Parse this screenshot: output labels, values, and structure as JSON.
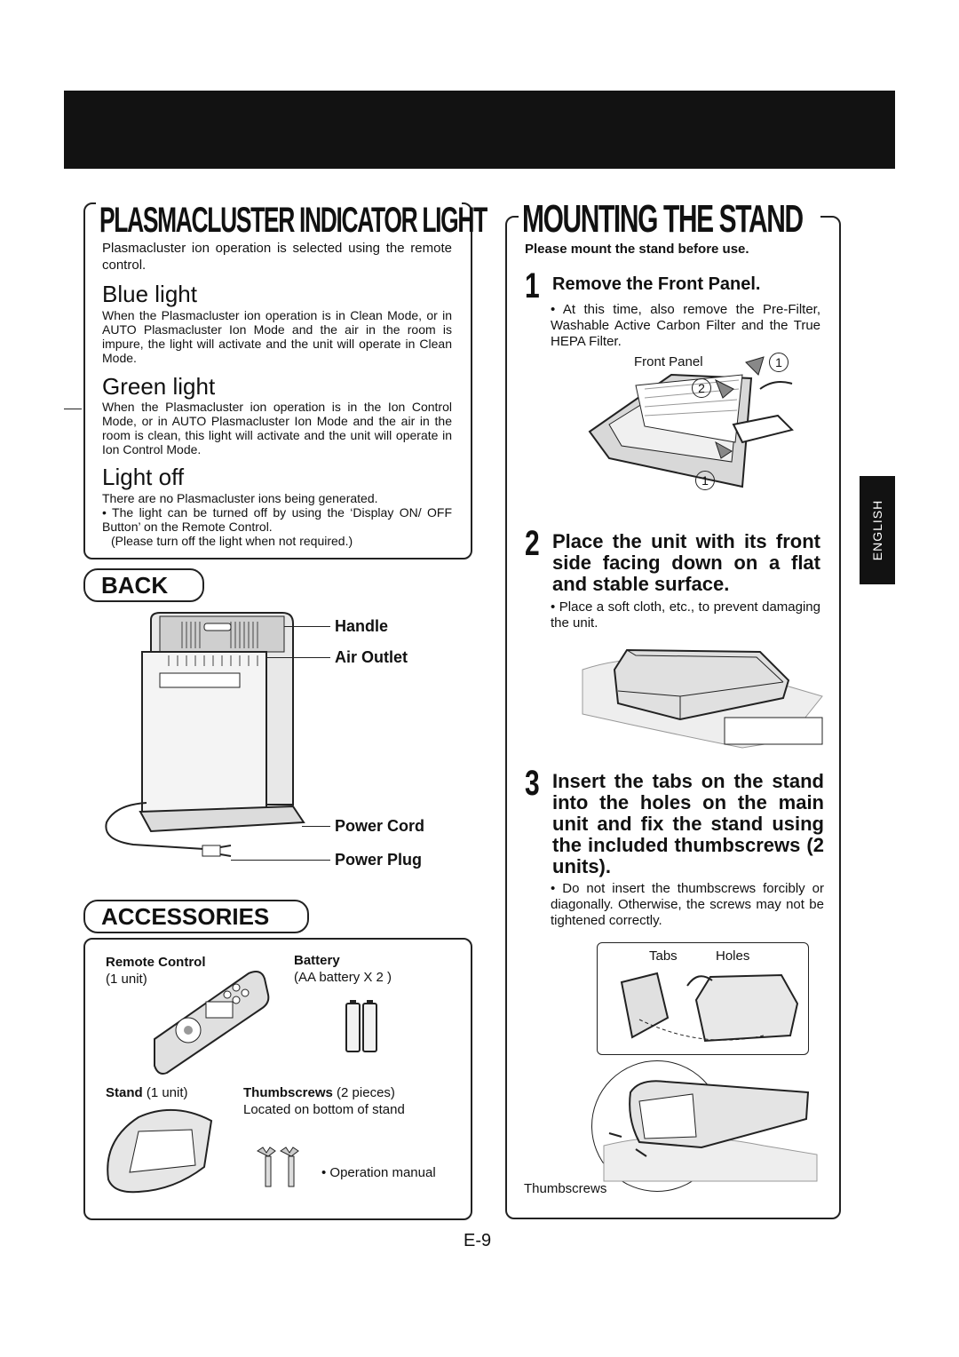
{
  "left": {
    "indicator": {
      "title": "PLASMACLUSTER INDICATOR LIGHT",
      "intro": "Plasmacluster ion operation is selected using the remote control.",
      "blue_title": "Blue light",
      "blue_text": "When the Plasmacluster ion operation is in Clean Mode, or in AUTO Plasmacluster Ion Mode and the air in the room is impure, the light will activate and the unit will operate in Clean Mode.",
      "green_title": "Green light",
      "green_text": "When the Plasmacluster ion operation is in the Ion Control  Mode, or in AUTO Plasmacluster Ion Mode and the air in the room is clean, this light will activate and the unit will operate in Ion Control Mode.",
      "off_title": "Light off",
      "off_text1": "There are no Plasmacluster ions being generated.",
      "off_text2": "• The light can be turned off by using the ‘Display ON/ OFF Button’ on the Remote Control.",
      "off_text3": "(Please turn off the light when not required.)"
    },
    "back": {
      "title": "BACK",
      "handle": "Handle",
      "air_outlet": "Air Outlet",
      "power_cord": "Power Cord",
      "power_plug": "Power Plug"
    },
    "accessories": {
      "title": "ACCESSORIES",
      "remote_label": "Remote Control",
      "remote_qty": "(1 unit)",
      "battery_label": "Battery",
      "battery_qty": "(AA battery X 2 )",
      "stand_label": "Stand",
      "stand_qty": " (1 unit)",
      "thumb_label": "Thumbscrews",
      "thumb_qty": " (2 pieces)",
      "thumb_loc": "Located on bottom of stand",
      "manual": "• Operation manual"
    }
  },
  "right": {
    "title": "MOUNTING THE STAND",
    "subtitle": "Please mount the stand before use.",
    "step1_num": "1",
    "step1_head": "Remove the Front Panel.",
    "step1_note": "• At this time, also remove the Pre-Filter, Washable Active Carbon Filter and the True HEPA Filter.",
    "front_panel": "Front Panel",
    "mark1": "1",
    "mark2": "2",
    "step2_num": "2",
    "step2_head": "Place the unit with its front side facing down on a flat and stable surface.",
    "step2_note": "• Place a soft cloth, etc., to prevent damaging the unit.",
    "step3_num": "3",
    "step3_head": "Insert the tabs on the stand into the holes on the main unit and fix the stand using the included thumbscrews (2 units).",
    "step3_note": "• Do not insert the thumbscrews forcibly or diagonally. Otherwise, the screws may not be tightened correctly.",
    "tabs": "Tabs",
    "holes": "Holes",
    "thumbscrews": "Thumbscrews"
  },
  "side_tab": "ENGLISH",
  "page_number": "E-9"
}
